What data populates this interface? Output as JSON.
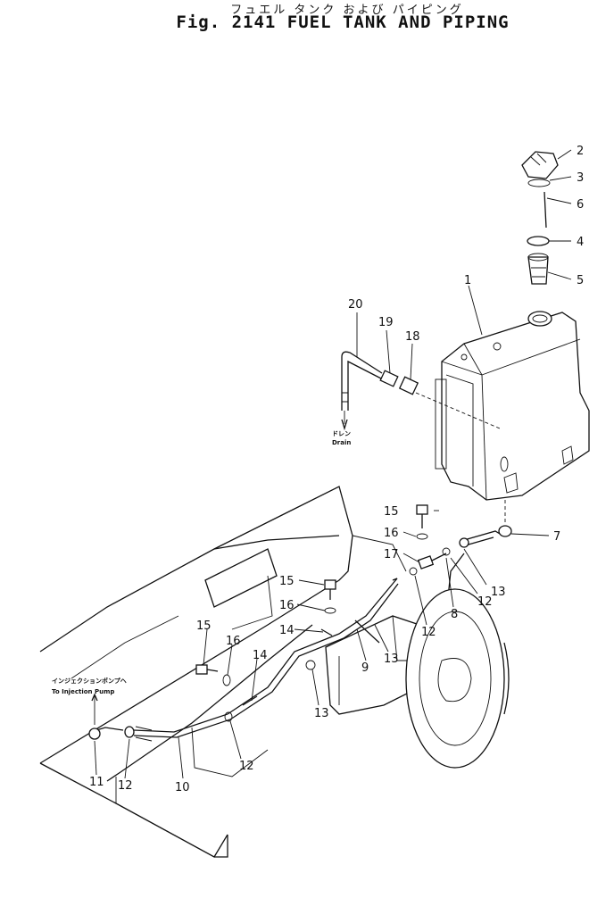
{
  "title": {
    "japanese": "フュエル タンク および パイピング",
    "english": "Fig. 2141 FUEL TANK AND PIPING"
  },
  "annotations": {
    "drain_jp": "ドレン",
    "drain_en": "Drain",
    "injection_jp": "インジェクションポンプヘ",
    "injection_en": "To Injection Pump"
  },
  "callouts": {
    "c1": "1",
    "c2": "2",
    "c3": "3",
    "c4": "4",
    "c5": "5",
    "c6": "6",
    "c7": "7",
    "c8": "8",
    "c9": "9",
    "c10": "10",
    "c11": "11",
    "c12a": "12",
    "c12b": "12",
    "c12c": "12",
    "c12d": "12",
    "c13a": "13",
    "c13b": "13",
    "c13c": "13",
    "c14a": "14",
    "c14b": "14",
    "c15a": "15",
    "c15b": "15",
    "c15c": "15",
    "c16a": "16",
    "c16b": "16",
    "c16c": "16",
    "c17": "17",
    "c18": "18",
    "c19": "19",
    "c20": "20"
  }
}
